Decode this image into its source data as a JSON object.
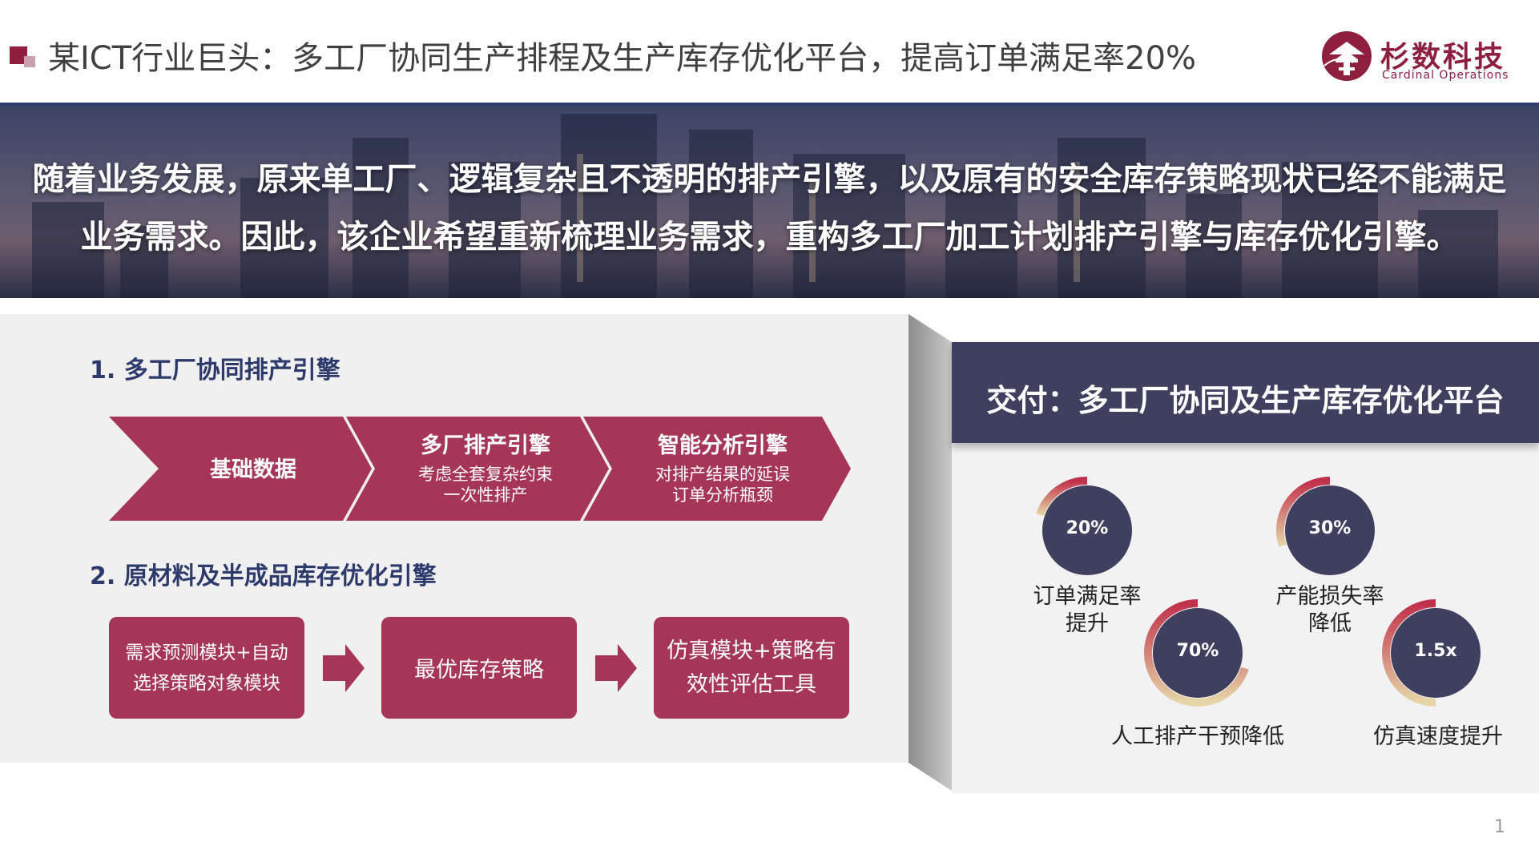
{
  "header": {
    "title": "某ICT行业巨头：多工厂协同生产排程及生产库存优化平台，提高订单满足率20%",
    "logo_cn": "杉数科技",
    "logo_en": "Cardinal Operations"
  },
  "banner": {
    "line1": "随着业务发展，原来单工厂、逻辑复杂且不透明的排产引擎，以及原有的安全库存策略现状已经不能满足",
    "line2": "业务需求。因此，该企业希望重新梳理业务需求，重构多工厂加工计划排产引擎与库存优化引擎。"
  },
  "section1": {
    "title": "1. 多工厂协同排产引擎",
    "steps": [
      {
        "title": "基础数据",
        "desc1": "",
        "desc2": ""
      },
      {
        "title": "多厂排产引擎",
        "desc1": "考虑全套复杂约束",
        "desc2": "一次性排产"
      },
      {
        "title": "智能分析引擎",
        "desc1": "对排产结果的延误",
        "desc2": "订单分析瓶颈"
      }
    ]
  },
  "section2": {
    "title": "2. 原材料及半成品库存优化引擎",
    "boxes": [
      {
        "line1": "需求预测模块+自动",
        "line2": "选择策略对象模块"
      },
      {
        "line1": "最优库存策略",
        "line2": ""
      },
      {
        "line1": "仿真模块+策略有",
        "line2": "效性评估工具"
      }
    ]
  },
  "deliver": {
    "title": "交付：多工厂协同及生产库存优化平台",
    "metrics": [
      {
        "value": "20%",
        "label1": "订单满足率",
        "label2": "提升",
        "fraction": 0.2
      },
      {
        "value": "30%",
        "label1": "产能损失率",
        "label2": "降低",
        "fraction": 0.3
      },
      {
        "value": "70%",
        "label1": "人工排产干预降低",
        "label2": "",
        "fraction": 0.7
      },
      {
        "value": "1.5x",
        "label1": "仿真速度提升",
        "label2": "",
        "fraction": 0.5
      }
    ],
    "colors": {
      "disc": "#3f3f5f",
      "ring_start": "#c0304a",
      "ring_end": "#e6d6a8",
      "ring_track": "#d8d8d8"
    }
  },
  "page_number": "1"
}
